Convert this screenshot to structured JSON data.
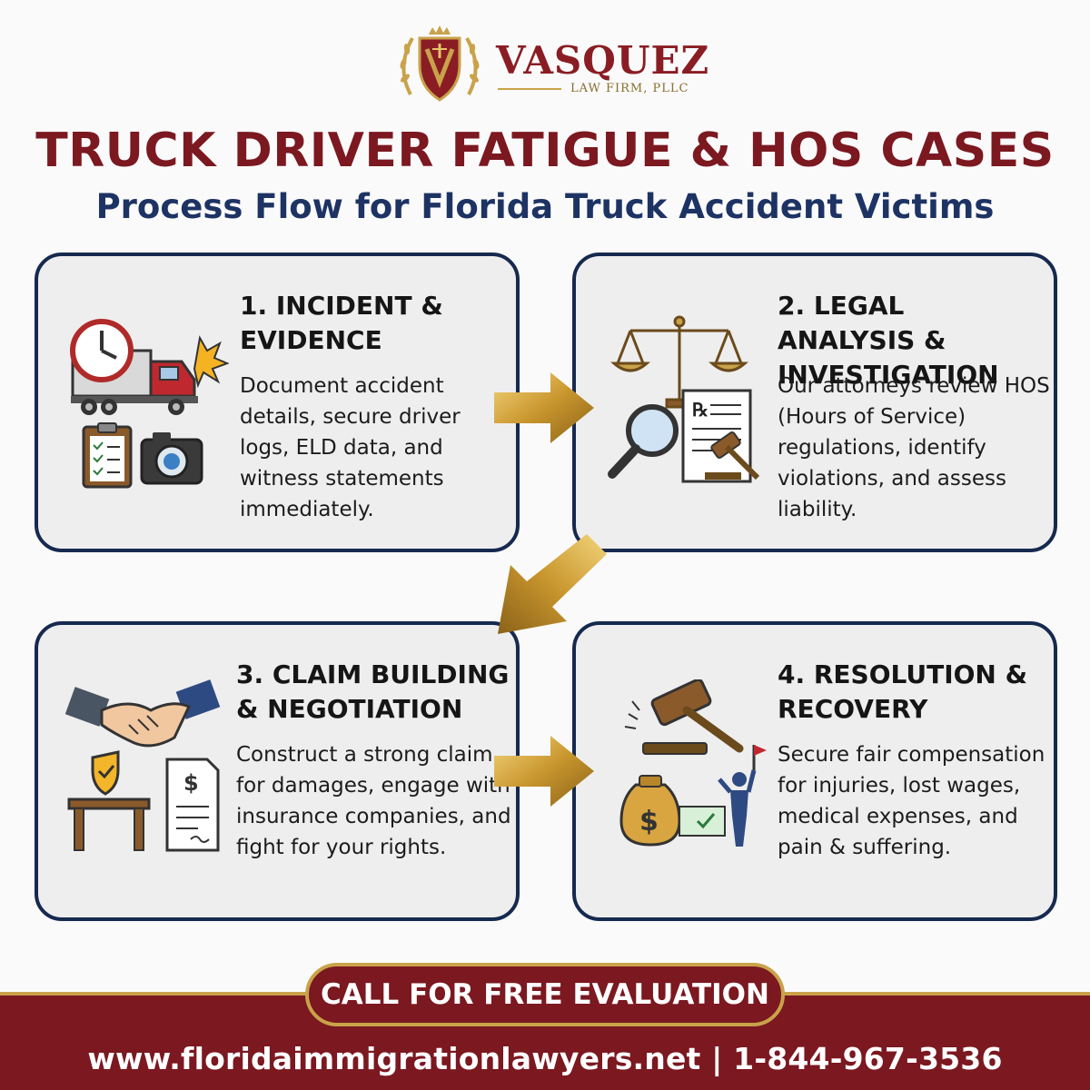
{
  "brand": {
    "name": "VASQUEZ",
    "sub": "LAW FIRM, PLLC",
    "logo_icon": "crest-icon",
    "colors": {
      "maroon": "#7b1820",
      "navy": "#1d3363",
      "gold": "#c9a24a"
    }
  },
  "header": {
    "title": "TRUCK DRIVER FATIGUE & HOS CASES",
    "subtitle": "Process Flow for Florida Truck Accident Victims"
  },
  "steps": [
    {
      "title": "1. INCIDENT & EVIDENCE",
      "body": "Document accident details, secure driver logs, ELD data, and witness statements immediately.",
      "icons": [
        "clock-icon",
        "truck-icon",
        "crash-icon",
        "clipboard-icon",
        "camera-icon"
      ]
    },
    {
      "title": "2. LEGAL ANALYSIS & INVESTIGATION",
      "body": "Our attorneys review HOS (Hours of Service) regulations, identify violations, and assess liability.",
      "icons": [
        "scales-icon",
        "magnifier-icon",
        "document-icon",
        "gavel-icon"
      ],
      "doc_mark": "℞"
    },
    {
      "title": "3. CLAIM BUILDING & NEGOTIATION",
      "body": "Construct a strong claim for damages, engage with insurance companies, and fight for your rights.",
      "icons": [
        "handshake-icon",
        "shield-check-icon",
        "desk-icon",
        "invoice-icon"
      ],
      "doc_mark": "$"
    },
    {
      "title": "4. RESOLUTION & RECOVERY",
      "body": "Secure fair compensation for injuries, lost wages, medical expenses, and pain & suffering.",
      "icons": [
        "gavel-icon",
        "money-bag-icon",
        "check-icon",
        "person-flag-icon"
      ],
      "doc_mark": "$"
    }
  ],
  "footer": {
    "cta": "CALL FOR FREE EVALUATION",
    "contact": "www.floridaimmigrationlawyers.net | 1-844-967-3536"
  }
}
